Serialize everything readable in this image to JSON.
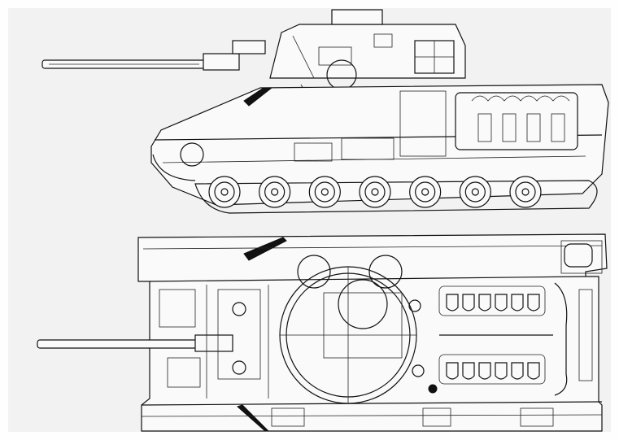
{
  "figure": {
    "background": "#f2f2f2",
    "line_color": "#111111",
    "views": [
      "side-elevation",
      "top-plan"
    ]
  },
  "side_view": {
    "road_wheel_count": 7
  },
  "plan_view": {
    "engine_cylinder_banks": 2,
    "cylinders_per_bank": 6
  }
}
